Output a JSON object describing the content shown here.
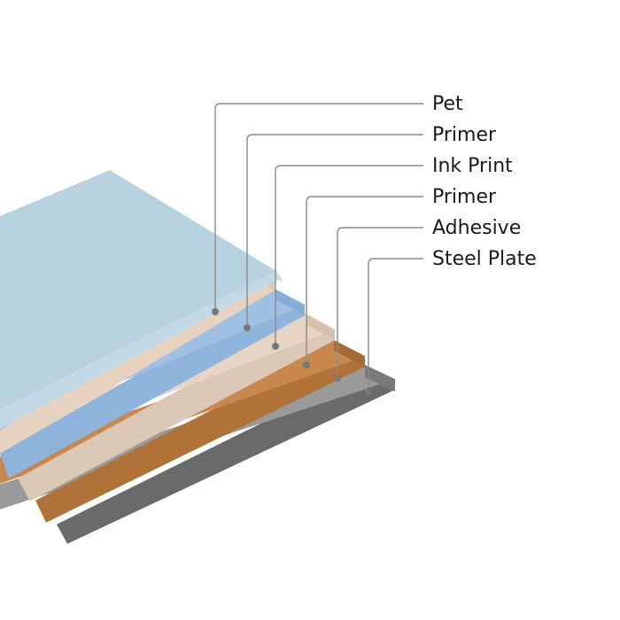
{
  "diagram": {
    "layers": [
      {
        "id": "steel-plate",
        "label": "Steel Plate",
        "top": "#9a9a9a",
        "edge": "#7a7a7a",
        "side": "#6a6a6a"
      },
      {
        "id": "adhesive",
        "label": "Adhesive",
        "top": "#c8874c",
        "edge": "#a86a36",
        "side": "#b07238"
      },
      {
        "id": "primer-2",
        "label": "Primer",
        "top": "#e6d4c4",
        "edge": "#d6c0ac",
        "side": "#dcc8b6"
      },
      {
        "id": "ink-print",
        "label": "Ink Print",
        "top": "#9ec0e2",
        "edge": "#86aed8",
        "side": "#8fb4dc"
      },
      {
        "id": "primer-1",
        "label": "Primer",
        "top": "#ecd9c8",
        "edge": "#e0c9b4",
        "side": "#e6d2bf"
      },
      {
        "id": "pet",
        "label": "Pet",
        "top": "#b9d2e0",
        "edge": "#cde0ea",
        "side": "#c3d9e5"
      }
    ],
    "leader_color": "#8a8a8a",
    "dot_color": "#777777"
  }
}
